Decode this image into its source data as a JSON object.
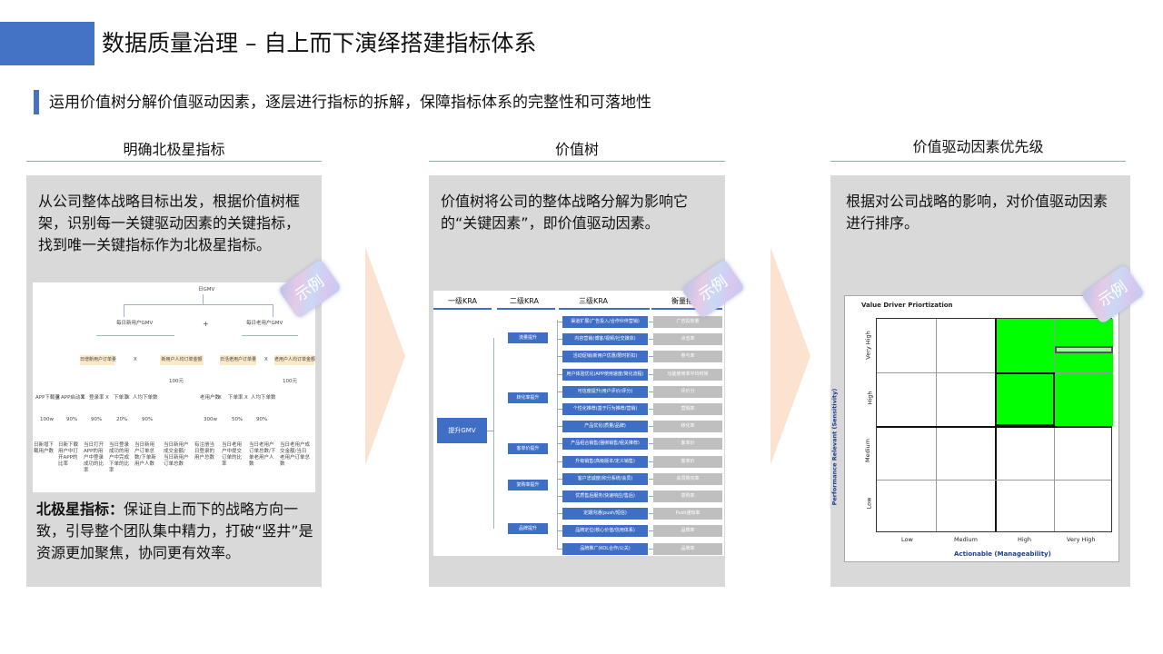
{
  "header": {
    "title": "数据质量治理 – 自上而下演绎搭建指标体系"
  },
  "subtitle": "运用价值树分解价值驱动因素，逐层进行指标的拆解，保障指标体系的完整性和可落地性",
  "badge": "示例",
  "colors": {
    "accent": "#4472C4",
    "panel": "#D9D9D9",
    "arrow": "#FBE2D1",
    "highlight": "#00FF00"
  },
  "columns": [
    {
      "heading": "明确北极星指标",
      "text": "从公司整体战略目标出发，根据价值树框架，识别每一关键驱动因素的关键指标，找到唯一关键指标作为北极星指标。",
      "footer_bold": "北极星指标：",
      "footer": "保证自上而下的战略方向一致，引导整个团队集中精力，打破“竖井”是资源更加聚焦，协同更有效率。"
    },
    {
      "heading": "价值树",
      "text": "价值树将公司的整体战略分解为影响它的“关键因素”，即价值驱动因素。"
    },
    {
      "heading": "价值驱动因素优先级",
      "text": "根据对公司战略的影响，对价值驱动因素进行排序。"
    }
  ],
  "gmv_tree": {
    "root": "日GMV",
    "plus": "+",
    "times": "X",
    "level1": [
      "每日新用户GMV",
      "每日老用户GMV"
    ],
    "level2": [
      "日增新用户订单量",
      "新用户人均订单金额",
      "日活老用户订单量",
      "老用户人均订单金额"
    ],
    "unit_value": "100元",
    "level3_new": [
      "APP下载量",
      "APP启动率",
      "登录率",
      "下单率",
      "人均下单数"
    ],
    "level3_old": [
      "老用户数",
      "下单率",
      "人均下单数"
    ],
    "values_new": [
      "100w",
      "90%",
      "90%",
      "20%",
      "90%"
    ],
    "values_old": [
      "300w",
      "50%",
      "90%"
    ],
    "notes": [
      "日新增下载用户数",
      "日新下载用户中打开APP的比率",
      "当日打开APP的用户中登录成功的比率",
      "当日登录成功的用户中完成下单的比率",
      "当日新用户订单总数/下单新用户人数",
      "当日新用户成交金额/当日新用户订单总数",
      "有注册当日登录的用户总数",
      "当日老用户中提交订单的比率",
      "当日老用户订单总数/下单老用户人数",
      "当日老用户成交金额/当日老用户订单总数"
    ]
  },
  "value_tree": {
    "headers": [
      "一级KRA",
      "二级KRA",
      "三级KRA",
      "衡量指标"
    ],
    "root": "提升GMV",
    "level2": [
      "流量提升",
      "转化率提升",
      "客单价提升",
      "复购率提升",
      "品牌提升"
    ],
    "level3": [
      "渠道扩展(广告投入/合作伙伴营销)",
      "内容营销(博客/视频/社交媒体)",
      "活动促销(新用户优惠/限时折扣)",
      "用户体验优化(APP使用速度/简化流程)",
      "可信度提升(用户评价/评分)",
      "个性化推荐(基于行为推荐/营销)",
      "产品优化(质量/品牌)",
      "产品组合销售(捆绑销售/组关推荐)",
      "升级销售(高级版本/定义销售)",
      "客户忠诚度(积分系统/会员)",
      "优质售后服务(快速响应/售后)",
      "定期沟通(push/短信)",
      "品牌定位(核心价值/信用体系)",
      "品牌推广(KOL合作/公关)"
    ],
    "metrics": [
      "广告投放量",
      "点击率",
      "参与率",
      "功能使用率平均时常",
      "评价分",
      "营销率",
      "转化率",
      "客单价",
      "客单价",
      "会员购买率",
      "复购率",
      "Push通知率",
      "品牌率",
      "品牌率"
    ]
  },
  "matrix": {
    "title": "Value Driver Priortization",
    "ylabel": "Performance Relevant (Sensitivity)",
    "xlabel": "Actionable (Manageability)",
    "levels": [
      "Low",
      "Medium",
      "High",
      "Very High"
    ]
  }
}
